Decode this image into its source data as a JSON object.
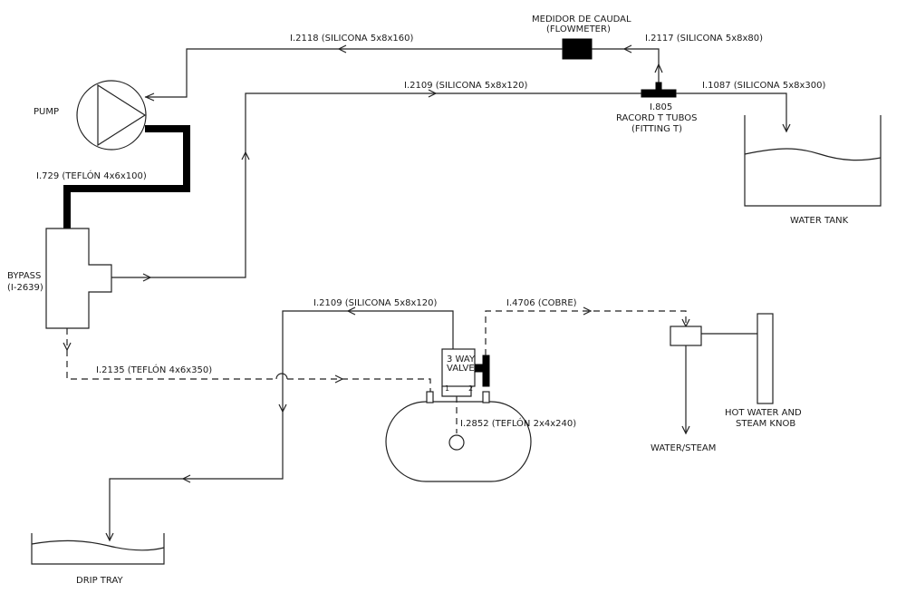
{
  "components": {
    "pump": "PUMP",
    "flowmeter_line1": "MEDIDOR DE CAUDAL",
    "flowmeter_line2": "(FLOWMETER)",
    "fitting_line1": "I.805",
    "fitting_line2": "RACORD T TUBOS",
    "fitting_line3": "(FITTING T)",
    "water_tank": "WATER TANK",
    "bypass_line1": "BYPASS",
    "bypass_line2": "(I-2639)",
    "valve_line1": "3 WAY",
    "valve_line2": "VALVE",
    "valve_port1": "1",
    "valve_port2": "2",
    "hot_water_line1": "HOT WATER AND",
    "hot_water_line2": "STEAM KNOB",
    "water_steam": "WATER/STEAM",
    "drip_tray": "DRIP TRAY"
  },
  "pipes": {
    "p2118": "I.2118 (SILICONA 5x8x160)",
    "p2117": "I.2117 (SILICONA 5x8x80)",
    "p2109_top": "I.2109 (SILICONA 5x8x120)",
    "p1087": "I.1087 (SILICONA 5x8x300)",
    "p729": "I.729 (TEFLÓN 4x6x100)",
    "p2109_bottom": "I.2109 (SILICONA 5x8x120)",
    "p4706": "I.4706 (COBRE)",
    "p2135": "I.2135 (TEFLÓN 4x6x350)",
    "p2852": "I.2852 (TEFLÓN 2x4x240)"
  }
}
